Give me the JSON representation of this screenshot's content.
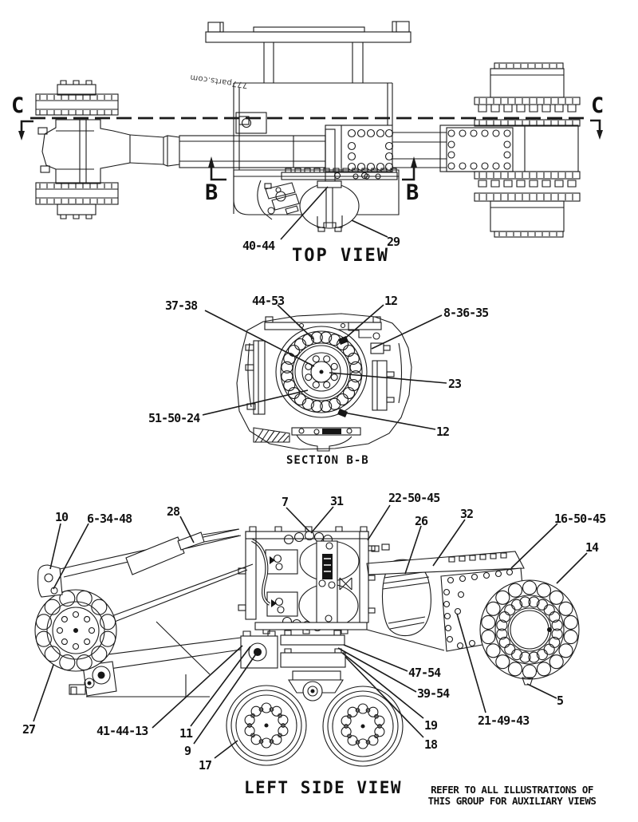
{
  "watermark": "777parts.com",
  "note": {
    "line1": "REFER TO ALL ILLUSTRATIONS OF",
    "line2": "THIS GROUP FOR AUXILIARY VIEWS"
  },
  "views": {
    "top_view": {
      "title": "TOP VIEW",
      "section_line_label": "C",
      "section_arrow_label": "B",
      "callouts": {
        "c40_44": "40-44",
        "c29": "29"
      }
    },
    "section_bb": {
      "title": "SECTION B-B",
      "callouts": {
        "c37_38": "37-38",
        "c44_53": "44-53",
        "c12_upper": "12",
        "c8_36_35": "8-36-35",
        "c23": "23",
        "c51_50_24": "51-50-24",
        "c12_lower": "12"
      }
    },
    "left_side_view": {
      "title": "LEFT SIDE VIEW",
      "callouts": {
        "c10": "10",
        "c6_34_48": "6-34-48",
        "c28": "28",
        "c7": "7",
        "c31": "31",
        "c22_50_45": "22-50-45",
        "c26": "26",
        "c32": "32",
        "c16_50_45": "16-50-45",
        "c14": "14",
        "c27": "27",
        "c41_44_13": "41-44-13",
        "c11": "11",
        "c9": "9",
        "c17": "17",
        "c47_54": "47-54",
        "c39_54": "39-54",
        "c19": "19",
        "c18": "18",
        "c21_49_43": "21-49-43",
        "c5": "5"
      }
    }
  }
}
